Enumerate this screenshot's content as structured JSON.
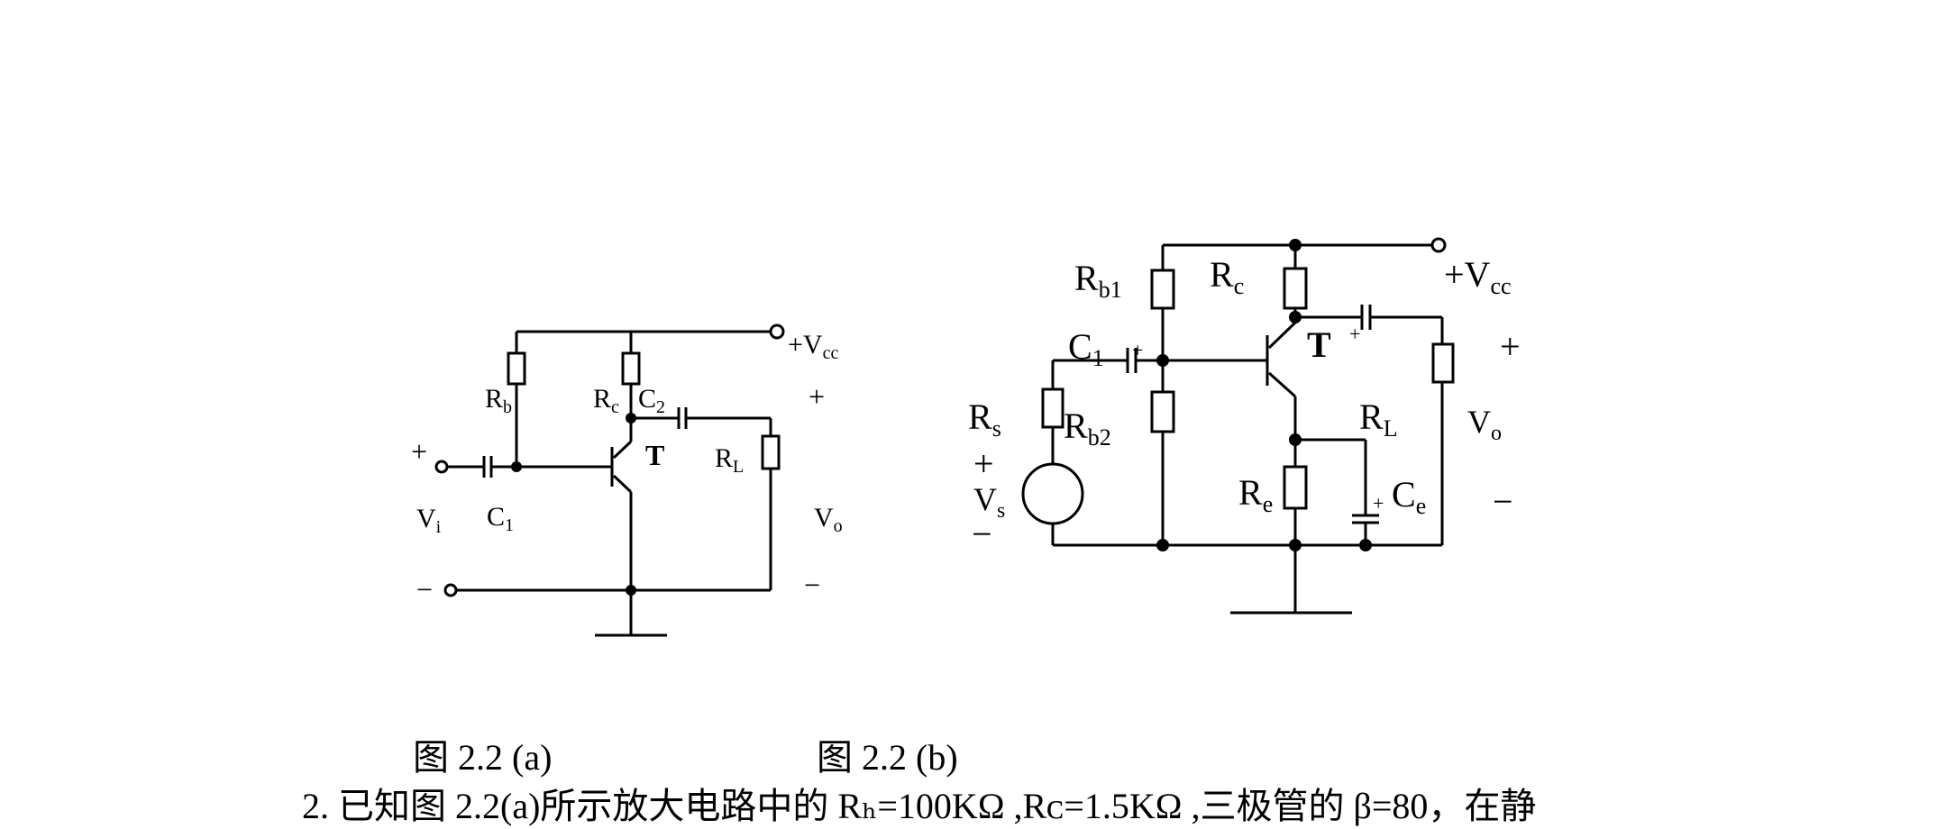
{
  "figure_a": {
    "caption": "图 2.2 (a)",
    "labels": {
      "vcc": "+V",
      "vcc_sub": "cc",
      "rb": "R",
      "rb_sub": "b",
      "rc": "R",
      "rc_sub": "c",
      "c2": "C",
      "c2_sub": "2",
      "c1": "C",
      "c1_sub": "1",
      "transistor": "T",
      "rl": "R",
      "rl_sub": "L",
      "vi": "V",
      "vi_sub": "i",
      "vo": "V",
      "vo_sub": "o",
      "plus_in": "+",
      "minus_in": "−",
      "plus_out": "+",
      "minus_out": "−"
    }
  },
  "figure_b": {
    "caption": "图 2.2 (b)",
    "labels": {
      "vcc": "+V",
      "vcc_sub": "cc",
      "rb1": "R",
      "rb1_sub": "b1",
      "rc": "R",
      "rc_sub": "c",
      "c1": "C",
      "c1_sub": "1",
      "transistor": "T",
      "rs": "R",
      "rs_sub": "s",
      "rb2": "R",
      "rb2_sub": "b2",
      "rl": "R",
      "rl_sub": "L",
      "vo": "V",
      "vo_sub": "o",
      "vs": "V",
      "vs_sub": "s",
      "re": "R",
      "re_sub": "e",
      "ce": "C",
      "ce_sub": "e",
      "plus_src": "+",
      "minus_src": "−",
      "plus_out": "+",
      "minus_out": "−",
      "cap_plus": "+"
    }
  },
  "problem_text": "2. 已知图 2.2(a)所示放大电路中的 Rₕ=100KΩ ,Rᴄ=1.5KΩ ,三极管的 β=80，在静"
}
